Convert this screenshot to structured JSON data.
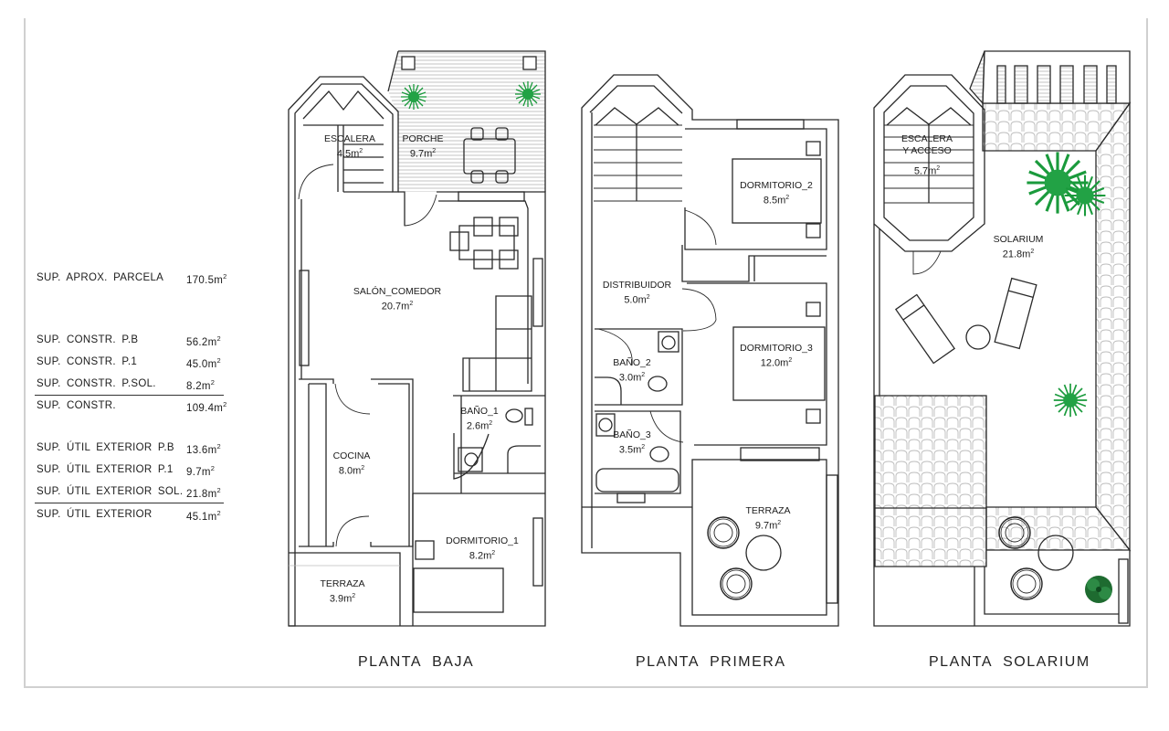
{
  "summary": {
    "rows": [
      {
        "label": "SUP. APROX. PARCELA",
        "value": "170.5m",
        "unit_exp": "2"
      },
      {
        "label": "SUP. CONSTR. P.B",
        "value": "56.2m",
        "unit_exp": "2"
      },
      {
        "label": "SUP. CONSTR. P.1",
        "value": "45.0m",
        "unit_exp": "2"
      },
      {
        "label": "SUP. CONSTR. P.SOL.",
        "value": "8.2m",
        "unit_exp": "2"
      },
      {
        "label": "SUP. CONSTR.",
        "value": "109.4m",
        "unit_exp": "2"
      },
      {
        "label": "SUP. ÚTIL EXTERIOR P.B",
        "value": "13.6m",
        "unit_exp": "2"
      },
      {
        "label": "SUP. ÚTIL EXTERIOR P.1",
        "value": "9.7m",
        "unit_exp": "2"
      },
      {
        "label": "SUP. ÚTIL EXTERIOR SOL.",
        "value": "21.8m",
        "unit_exp": "2"
      },
      {
        "label": "SUP. ÚTIL EXTERIOR",
        "value": "45.1m",
        "unit_exp": "2"
      }
    ]
  },
  "plans": [
    {
      "title": "PLANTA  BAJA",
      "rooms": [
        {
          "name": "ESCALERA",
          "area": "4.5m"
        },
        {
          "name": "PORCHE",
          "area": "9.7m"
        },
        {
          "name": "SALÓN_COMEDOR",
          "area": "20.7m"
        },
        {
          "name": "BAÑO_1",
          "area": "2.6m"
        },
        {
          "name": "COCINA",
          "area": "8.0m"
        },
        {
          "name": "DORMITORIO_1",
          "area": "8.2m"
        },
        {
          "name": "TERRAZA",
          "area": "3.9m"
        }
      ]
    },
    {
      "title": "PLANTA  PRIMERA",
      "rooms": [
        {
          "name": "DORMITORIO_2",
          "area": "8.5m"
        },
        {
          "name": "DISTRIBUIDOR",
          "area": "5.0m"
        },
        {
          "name": "DORMITORIO_3",
          "area": "12.0m"
        },
        {
          "name": "BAÑO_2",
          "area": "3.0m"
        },
        {
          "name": "BAÑO_3",
          "area": "3.5m"
        },
        {
          "name": "TERRAZA",
          "area": "9.7m"
        }
      ]
    },
    {
      "title": "PLANTA  SOLARIUM",
      "rooms": [
        {
          "name": "ESCALERA",
          "name2": "Y ACCESO",
          "area": "5.7m"
        },
        {
          "name": "SOLARIUM",
          "area": "21.8m"
        }
      ]
    }
  ],
  "unit_exp": "2",
  "colors": {
    "wall": "#2a2a2a",
    "frame": "#d0d0d0",
    "plant": "#1a9a3c",
    "plant_dark": "#1e6b30",
    "tile": "#b8b8b8"
  }
}
